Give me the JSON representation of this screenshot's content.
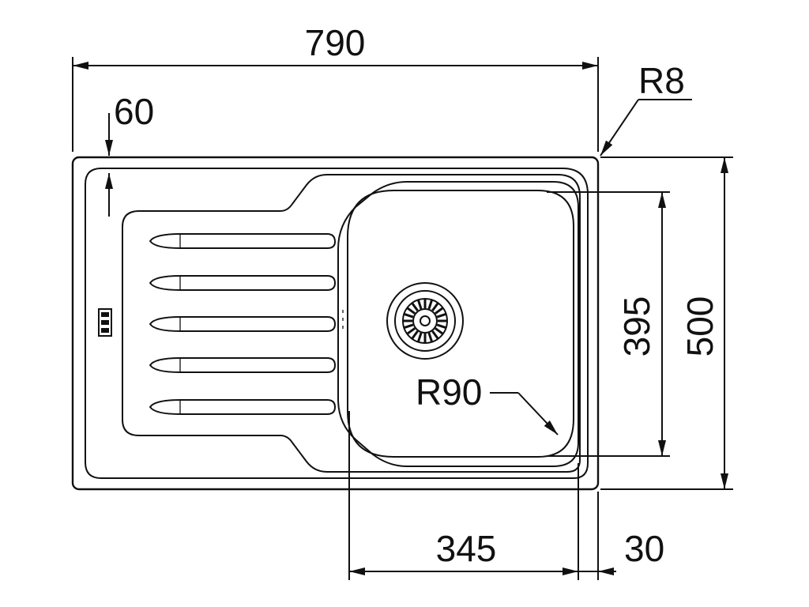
{
  "dimensions": {
    "overall_width": "790",
    "overall_height": "500",
    "bowl_height": "395",
    "bowl_width": "345",
    "edge_offset": "30",
    "drainer_offset": "60",
    "corner_radius": "R8",
    "bowl_radius": "R90"
  }
}
